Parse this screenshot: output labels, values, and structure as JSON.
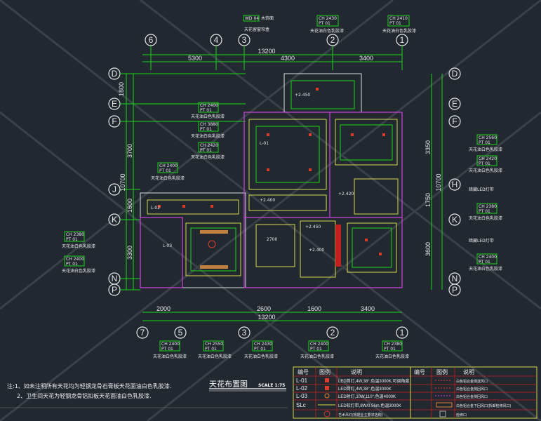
{
  "title": "天花布置图",
  "scale": "SCALE 1:75",
  "notes": [
    "注:1、如未注明所有天花均为轻钢龙骨石膏板天花面油白色乳胶漆.",
    "2、卫生间天花为轻钢龙骨铝扣板天花面油白色乳胶漆."
  ],
  "axes": {
    "top": [
      "6",
      "4",
      "3",
      "2",
      "1"
    ],
    "bottom": [
      "7",
      "5",
      "3",
      "2",
      "1"
    ],
    "left": [
      "D",
      "E",
      "F",
      "J",
      "K",
      "N",
      "P"
    ],
    "right": [
      "D",
      "E",
      "F",
      "H",
      "K",
      "N",
      "P"
    ]
  },
  "dims": {
    "top_total": "13200",
    "top": [
      "5300",
      "4300",
      "3400"
    ],
    "bottom": [
      "2000",
      "2600",
      "1600",
      "3400"
    ],
    "bottom_total": "13200",
    "left": [
      "1800",
      "3700",
      "1600",
      "3300"
    ],
    "left_total": "10700",
    "right": [
      "3350",
      "1750",
      "3600"
    ],
    "right_total": "10700"
  },
  "tags": {
    "ceiling_paint": "天花油白色乳胶漆",
    "ch": "CH",
    "pt": "PT",
    "pt_val": "01",
    "ch_vals": [
      "2430",
      "2410",
      "2400",
      "3880",
      "2420",
      "2400",
      "2380",
      "2400",
      "2400",
      "2550",
      "2430",
      "2400",
      "2380",
      "2560",
      "2420",
      "2380",
      "2400"
    ],
    "wd": "WD",
    "wd_val": "04",
    "wood": "木饰面",
    "curtain": "天花留窗帘盒",
    "led_strip": "暗藏LED灯带",
    "elev": [
      "+2.450",
      "+2.450",
      "+2.400",
      "+2.420",
      "+2.400"
    ],
    "room_h": "2700",
    "lamps": [
      "L-01",
      "L-02",
      "L-03"
    ]
  },
  "legend": {
    "headers": [
      "编号",
      "图例",
      "说明",
      "编号",
      "图例",
      "说明"
    ],
    "left_rows": [
      {
        "code": "L-01",
        "desc": "LED筒灯,4W,38°,色温3000K,可调角度"
      },
      {
        "code": "L-02",
        "desc": "LED筒灯,4W,38°,色温3000K"
      },
      {
        "code": "L-03",
        "desc": "LED射灯,10W,110°,色温4000K"
      },
      {
        "code": "SLc",
        "desc": "LED软灯带,8W/0.56m,色温3000K"
      },
      {
        "code": "",
        "desc": "艺术吊灯(根据业主要求选购)"
      }
    ],
    "right_rows": [
      {
        "desc": "白色铝合金侧送风口"
      },
      {
        "desc": "白色铝合金侧回风口"
      },
      {
        "desc": "白色铝合金侧回风口"
      },
      {
        "desc": "白色铝合金下回风口(拆卸检修风口)"
      },
      {
        "desc": "检修口"
      }
    ]
  }
}
